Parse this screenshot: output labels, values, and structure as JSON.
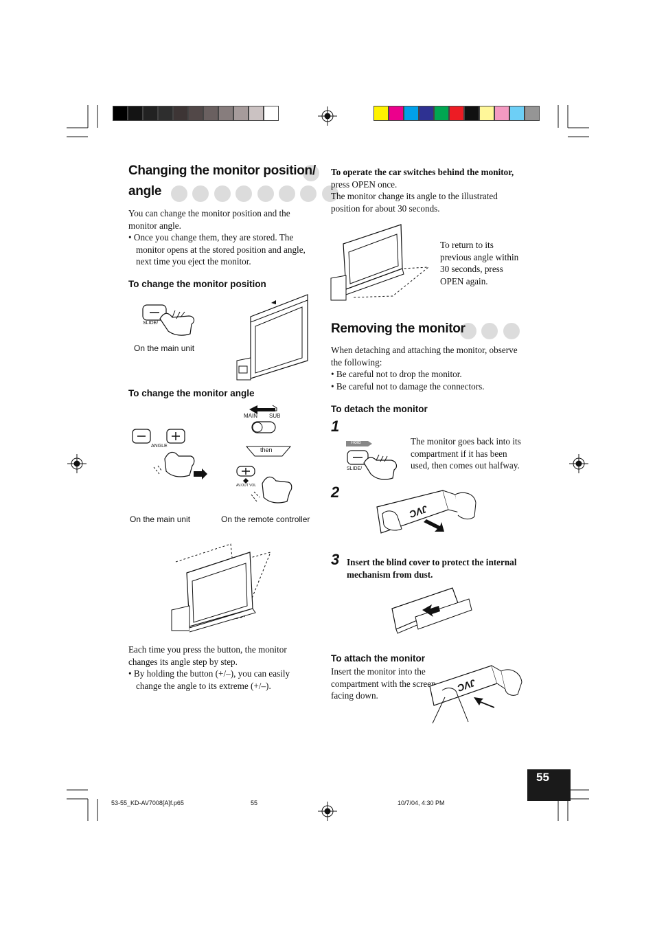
{
  "colors": {
    "gray_bar": [
      "#000000",
      "#141414",
      "#222222",
      "#2e2e2e",
      "#3d3535",
      "#524848",
      "#6a6060",
      "#877d7d",
      "#a69b9b",
      "#cbc2c2",
      "#ffffff"
    ],
    "color_bar": [
      "#fff200",
      "#ec008c",
      "#00a0e9",
      "#2e3192",
      "#00a651",
      "#ed1c24",
      "#111111",
      "#fff799",
      "#f49ac1",
      "#6dcff6",
      "#959595"
    ],
    "dot_gray": "#dcdcdc",
    "page_tab": "#1a1a1a"
  },
  "left": {
    "title_line1": "Changing the monitor position/",
    "title_line2": "angle",
    "intro": "You can change the monitor position and the monitor angle.",
    "intro_bullet": "Once you change them, they are stored. The monitor opens at the stored position and angle, next time you eject the monitor.",
    "position_heading": "To change the monitor position",
    "position_button_label": "SLIDE/",
    "position_caption": "On the main unit",
    "angle_heading": "To change the monitor angle",
    "angle_button_label": "ANGLE",
    "switch_main": "MAIN",
    "switch_sub": "SUB",
    "then_label": "then",
    "remote_button_label": "AV.OUT VOL",
    "angle_caption_main": "On the main unit",
    "angle_caption_remote": "On the remote controller",
    "after_text": "Each time you press the button, the monitor changes its angle step by step.",
    "after_bullet": "By holding the button (+/–), you can easily change the angle to its extreme (+/–)."
  },
  "right": {
    "car_switch_bold": "To operate the car switches behind the monitor,",
    "car_switch_rest": " press OPEN once.",
    "car_switch_text2": "The monitor change its angle to the illustrated position for about 30 seconds.",
    "return_text": "To return to its previous angle within 30 seconds, press OPEN again.",
    "removing_title": "Removing the monitor",
    "removing_intro": "When detaching and attaching the monitor, observe the following:",
    "removing_bullets": [
      "Be careful not to drop the monitor.",
      "Be careful not to damage the connectors."
    ],
    "detach_heading": "To detach the monitor",
    "step1_num": "1",
    "hold_label": "Hold",
    "step1_button_label": "SLIDE/",
    "step1_text": "The monitor goes back into its compartment if it has been used, then comes out halfway.",
    "step2_num": "2",
    "brand": "JVC",
    "step3_num": "3",
    "step3_text": "Insert the blind cover to protect the internal mechanism from dust.",
    "attach_heading": "To attach the monitor",
    "attach_text": "Insert the monitor into the compartment with the screen facing down."
  },
  "footer": {
    "page_number": "55",
    "file": "53-55_KD-AV7008[A]f.p65",
    "center_num": "55",
    "datetime": "10/7/04, 4:30 PM"
  }
}
